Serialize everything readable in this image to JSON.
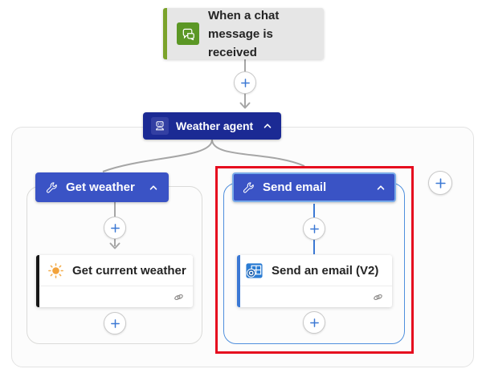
{
  "trigger": {
    "title": "When a chat message is received",
    "icon": "chat-bubbles-icon",
    "accent_color": "#7ba32b",
    "icon_bg": "#5b9725",
    "card_bg": "#e6e6e6"
  },
  "agent": {
    "label": "Weather agent",
    "icon": "robot-agent-icon",
    "card_bg": "#1b2a94",
    "collapse_icon": "chevron-up-icon"
  },
  "branches": {
    "left": {
      "header": "Get weather",
      "header_icon": "wrench-icon",
      "collapse_icon": "chevron-up-icon",
      "action": {
        "title": "Get current weather",
        "icon": "sun-icon",
        "accent_color": "#161616",
        "connection_icon": "link-icon"
      }
    },
    "right": {
      "header": "Send email",
      "header_icon": "wrench-icon",
      "collapse_icon": "chevron-up-icon",
      "selected": true,
      "action": {
        "title": "Send an email (V2)",
        "icon": "outlook-icon",
        "accent_color": "#3b78d4",
        "connection_icon": "link-icon"
      }
    }
  },
  "add_buttons": {
    "count": 6,
    "icon": "plus-icon"
  },
  "annotation": {
    "shape": "red-rectangle",
    "color": "#e60b1e"
  },
  "colors": {
    "tool_card_blue": "#3a53c5",
    "selection_blue": "#4f8fdd",
    "connector_gray": "#a6a6a6",
    "connector_blue": "#3b78d4",
    "scope_border": "#e3e3e3",
    "scope_bg": "#fcfcfc",
    "sun_orange": "#f2a33c"
  }
}
